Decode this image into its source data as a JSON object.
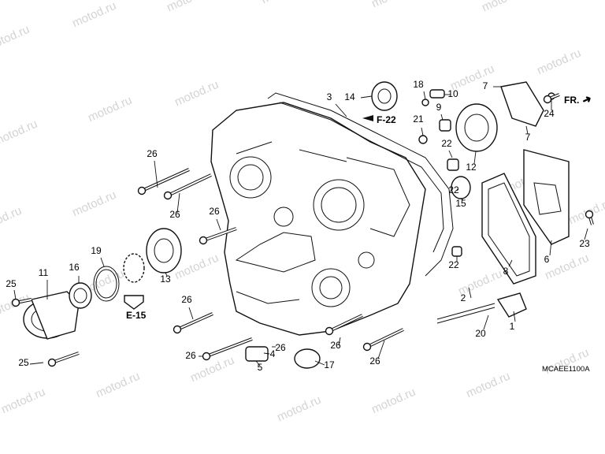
{
  "watermark": "motod.ru",
  "diagram_code": "MCAEE1100A",
  "front_label": "FR.",
  "refs": {
    "f22": "F-22",
    "e15": "E-15"
  },
  "callouts": [
    "1",
    "2",
    "3",
    "4",
    "5",
    "6",
    "7",
    "7",
    "8",
    "9",
    "10",
    "11",
    "12",
    "13",
    "14",
    "15",
    "16",
    "17",
    "18",
    "19",
    "20",
    "21",
    "22",
    "22",
    "22",
    "23",
    "24",
    "25",
    "25",
    "26",
    "26",
    "26",
    "26",
    "26",
    "26",
    "26",
    "26"
  ],
  "colors": {
    "line": "#111111",
    "watermark": "#d4d4d4",
    "background": "#ffffff"
  }
}
